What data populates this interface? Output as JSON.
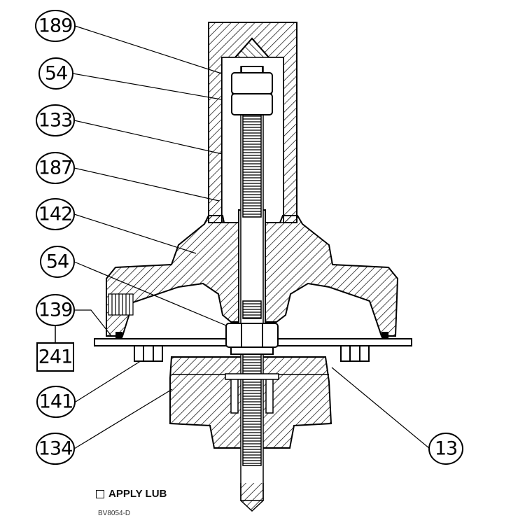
{
  "callouts": [
    {
      "id": "c189",
      "label": "189"
    },
    {
      "id": "c54a",
      "label": "54"
    },
    {
      "id": "c133",
      "label": "133"
    },
    {
      "id": "c187",
      "label": "187"
    },
    {
      "id": "c142",
      "label": "142"
    },
    {
      "id": "c54b",
      "label": "54"
    },
    {
      "id": "c139",
      "label": "139"
    },
    {
      "id": "c141",
      "label": "141"
    },
    {
      "id": "c134",
      "label": "134"
    },
    {
      "id": "c13",
      "label": "13"
    }
  ],
  "boxed_label": "241",
  "legend": {
    "text": "APPLY LUB"
  },
  "drawing_code": "BV8054-D",
  "colors": {
    "ink": "#000000",
    "background": "#ffffff"
  }
}
